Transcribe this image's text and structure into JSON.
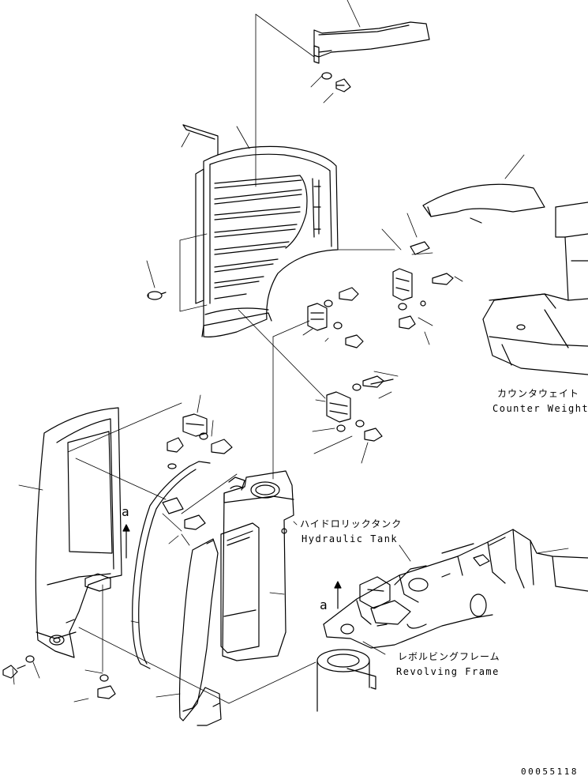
{
  "labels": {
    "counterweight_jp": "カウンタウェイト",
    "counterweight_en": "Counter Weight",
    "hydraulic_tank_jp": "ハイドロリックタンク",
    "hydraulic_tank_en": "Hydraulic Tank",
    "revolving_frame_jp": "レボルビングフレーム",
    "revolving_frame_en": "Revolving Frame",
    "view_marker_a": "a",
    "view_marker_b": "a",
    "drawing_id": "00055118"
  }
}
